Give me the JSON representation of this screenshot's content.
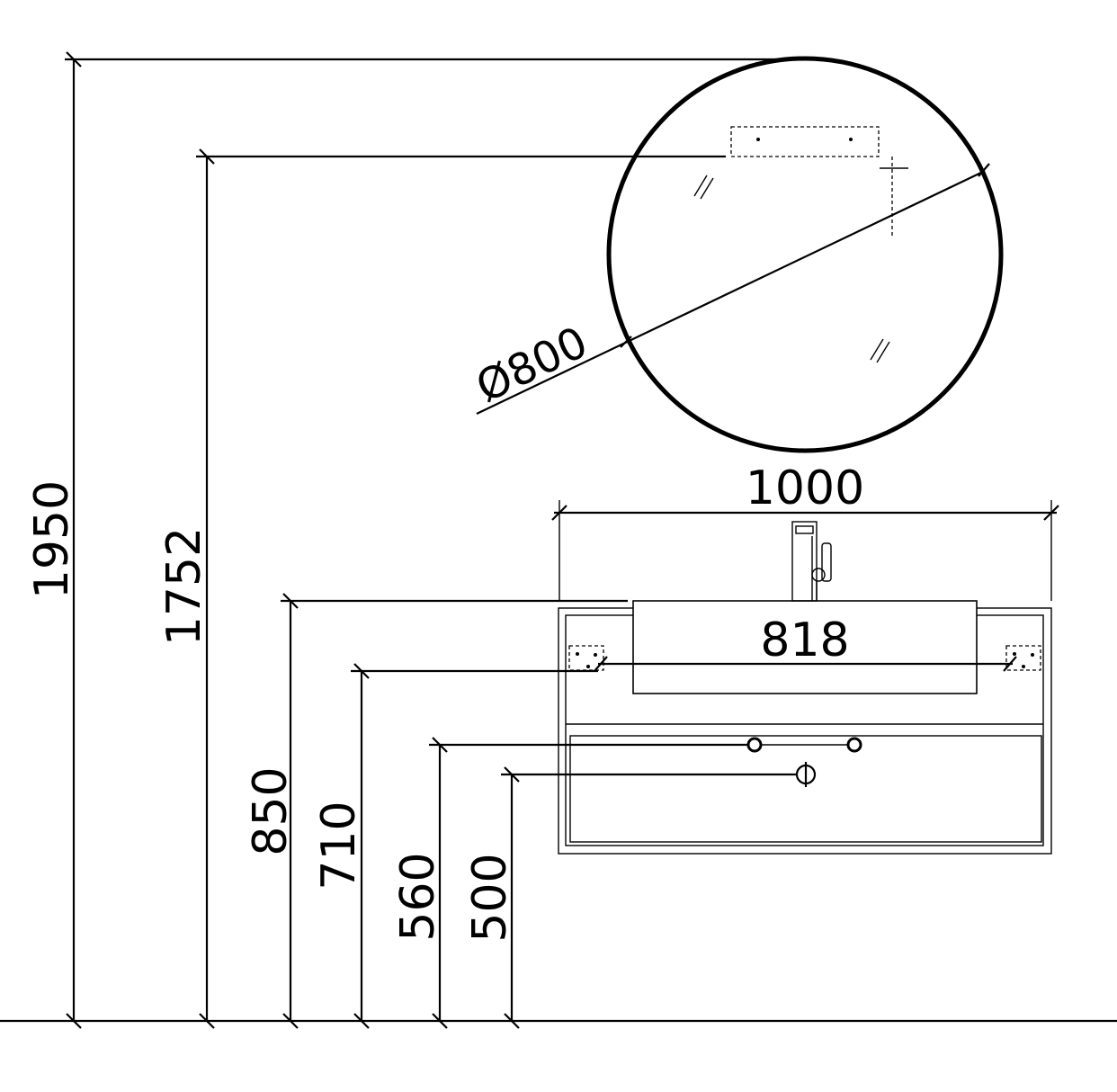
{
  "dimensions": {
    "mirror_diameter": "Ø800",
    "height_mirror_top": "1950",
    "height_mirror_mount": "1752",
    "height_basin_top": "850",
    "height_cabinet_mount": "710",
    "height_pipe_inlets": "560",
    "height_drain": "500",
    "basin_width": "1000",
    "mount_spacing": "818"
  }
}
